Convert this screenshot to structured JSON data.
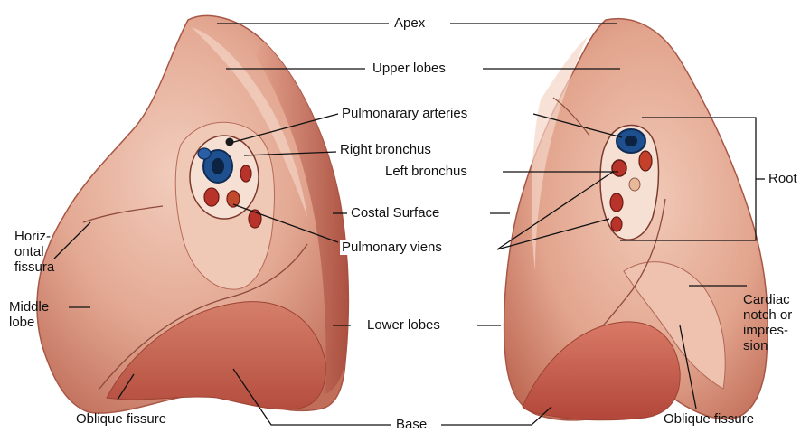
{
  "colors": {
    "tissue_light": "#e9b7a3",
    "tissue_mid": "#d9907c",
    "tissue_dark": "#b95a48",
    "base_red": "#c4574a",
    "bronchus_blue": "#1e4f8f",
    "vein_red": "#b8332a",
    "line": "#111111"
  },
  "labels": {
    "apex": "Apex",
    "upper_lobes": "Upper lobes",
    "pulmonary_arteries": "Pulmonarary arteries",
    "right_bronchus": "Right bronchus",
    "left_bronchus": "Left bronchus",
    "root": "Root",
    "costal_surface": "Costal Surface",
    "horizontal_fissura": "Horiz-\nontal\nfissura",
    "pulmonary_viens": "Pulmonary viens",
    "middle_lobe": "Middle\nlobe",
    "lower_lobes": "Lower lobes",
    "cardiac_notch": "Cardiac\nnotch or\nimpres-\nsion",
    "oblique_fissure_left": "Oblique fissure",
    "base": "Base",
    "oblique_fissure_right": "Oblique fissure"
  }
}
